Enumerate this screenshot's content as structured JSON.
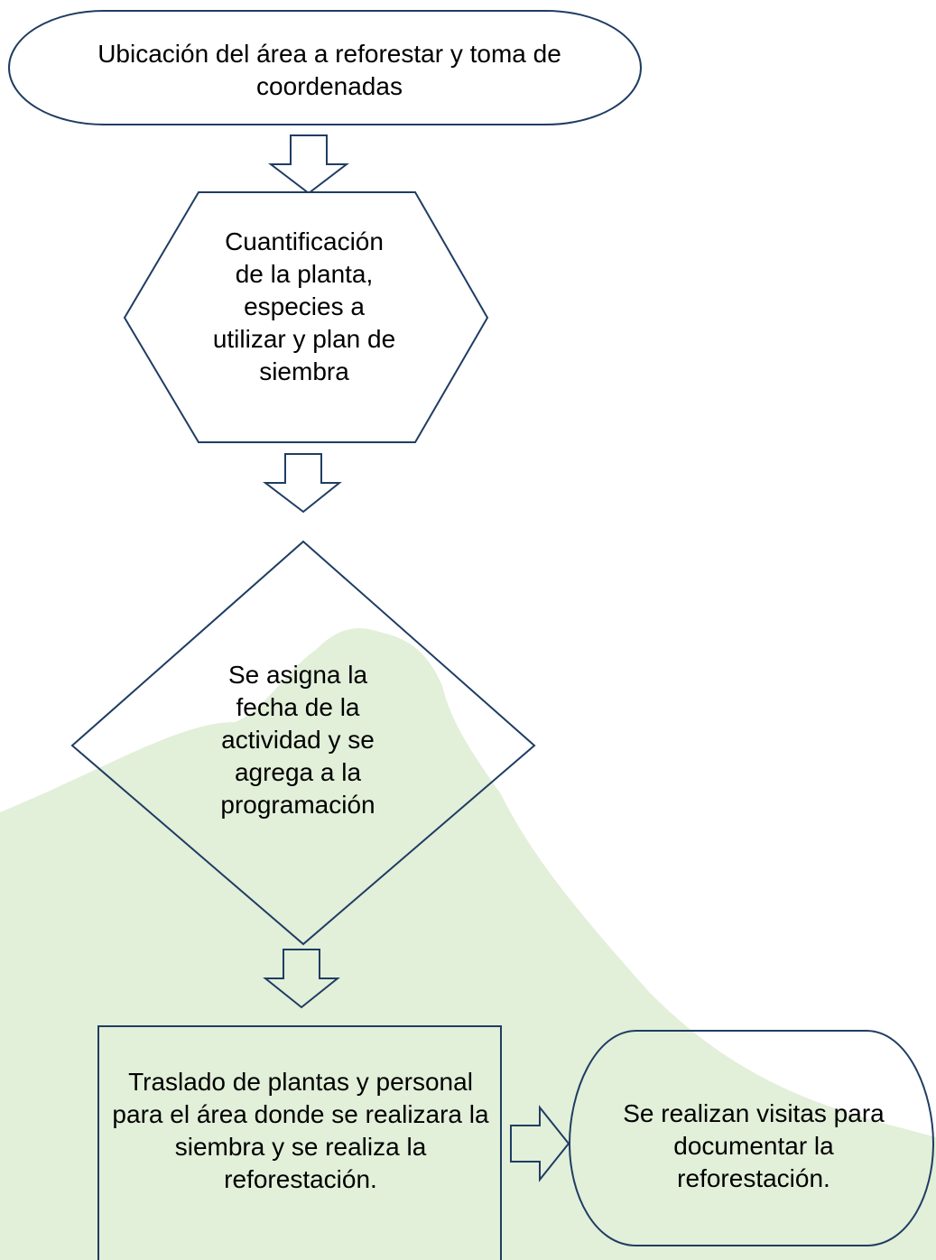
{
  "flowchart": {
    "start_node": {
      "label": "Ubicación del área a reforestar y toma de coordenadas"
    },
    "step_quantify": {
      "label": "Cuantificación de la planta, especies a utilizar y plan de siembra"
    },
    "step_schedule": {
      "label": "Se asigna la fecha de la actividad y se agrega a la programación"
    },
    "step_transport": {
      "label": "Traslado de plantas y personal para el área donde se realizara la siembra y se realiza la reforestación."
    },
    "end_node": {
      "label": "Se realizan visitas para documentar la reforestación."
    }
  },
  "colors": {
    "outline": "#1f3d63",
    "background_shape": "#e2efd9",
    "fill": "#ffffff",
    "text": "#000000"
  }
}
